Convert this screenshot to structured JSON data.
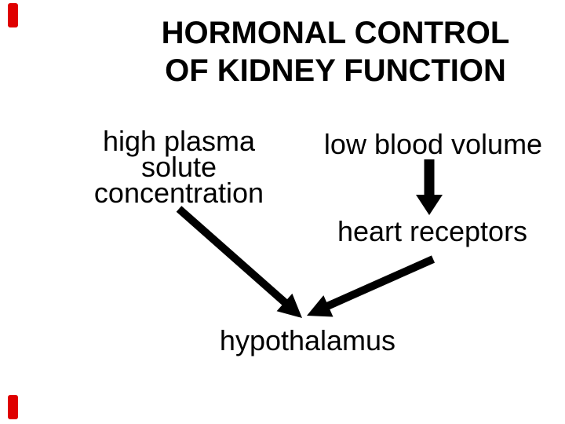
{
  "title": {
    "line1": "HORMONAL CONTROL",
    "line2": "OF KIDNEY FUNCTION"
  },
  "nodes": {
    "high_plasma": {
      "lines": [
        "high plasma",
        "solute",
        "concentration"
      ]
    },
    "low_blood_volume": {
      "label": "low blood volume"
    },
    "heart_receptors": {
      "label": "heart receptors"
    },
    "hypothalamus": {
      "label": "hypothalamus"
    }
  },
  "arrows": [
    {
      "from": "low blood volume",
      "to": "heart receptors",
      "direction": "down"
    },
    {
      "from": "high plasma solute concentration",
      "to": "hypothalamus",
      "direction": "down-right"
    },
    {
      "from": "heart receptors",
      "to": "hypothalamus",
      "direction": "down-left"
    }
  ],
  "colors": {
    "background": "#ffffff",
    "text": "#000000",
    "accent_red": "#df0000",
    "arrow": "#000000"
  }
}
